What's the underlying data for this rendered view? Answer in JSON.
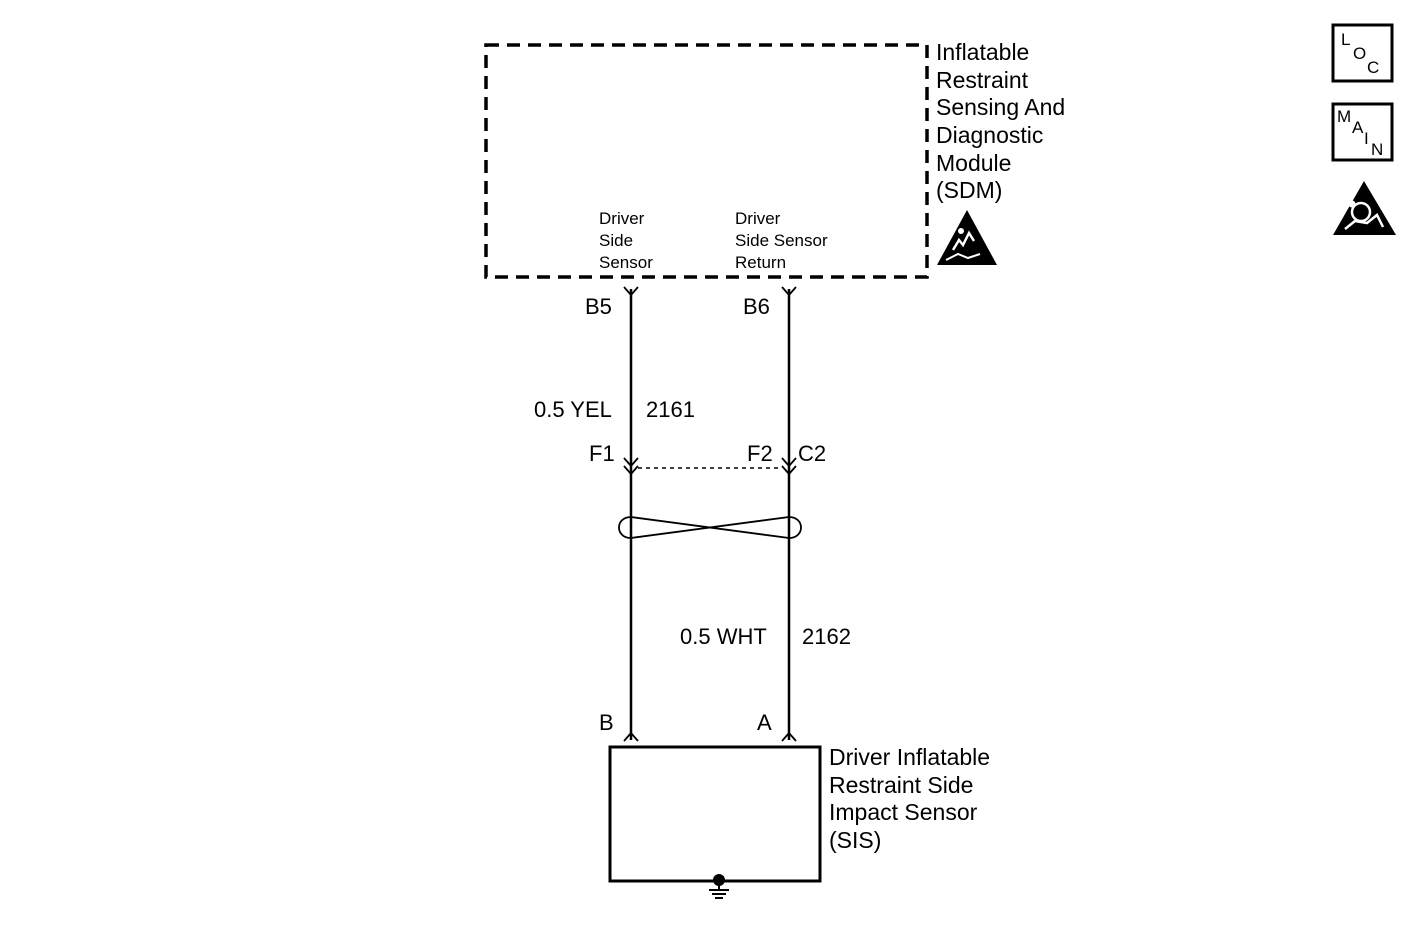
{
  "sdm": {
    "name_lines": [
      "Inflatable",
      "Restraint",
      "Sensing And",
      "Diagnostic",
      "Module",
      "(SDM)"
    ],
    "pin_left_label": [
      "Driver",
      "Side",
      "Sensor"
    ],
    "pin_right_label": [
      "Driver",
      "Side Sensor",
      "Return"
    ],
    "esd_icon": "esd-warning-icon"
  },
  "connectors": {
    "b5": "B5",
    "b6": "B6",
    "f1": "F1",
    "f2": "F2",
    "c2": "C2",
    "b": "B",
    "a": "A"
  },
  "wires": {
    "left": {
      "gauge_color": "0.5 YEL",
      "circuit": "2161"
    },
    "right": {
      "gauge_color": "0.5 WHT",
      "circuit": "2162"
    }
  },
  "sis": {
    "name_lines": [
      "Driver Inflatable",
      "Restraint Side",
      "Impact Sensor",
      "(SIS)"
    ],
    "ground_icon": "ground-icon"
  },
  "side_icons": {
    "loc": {
      "letters": [
        "L",
        "O",
        "C"
      ],
      "icon": "loc-icon"
    },
    "main": {
      "letters": [
        "M",
        "A",
        "I",
        "N"
      ],
      "icon": "main-icon"
    },
    "airbag": {
      "icon": "airbag-warning-icon"
    }
  }
}
